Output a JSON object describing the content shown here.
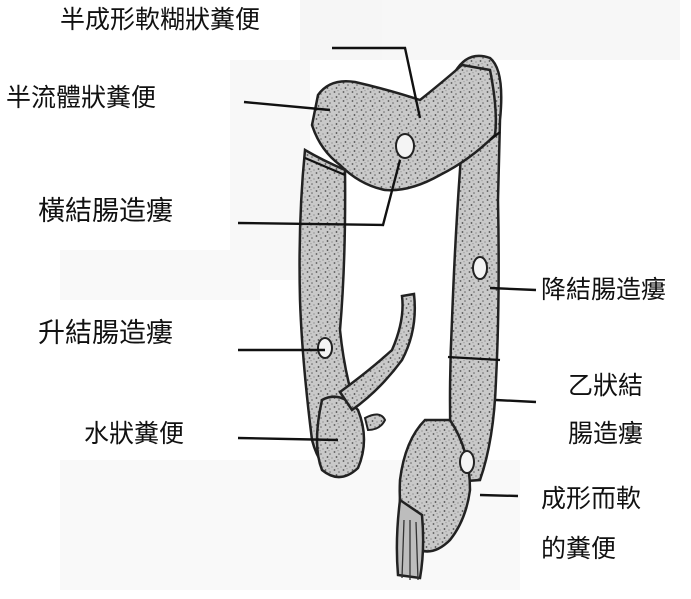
{
  "labels": {
    "semi_formed_paste_stool": "半成形軟糊狀糞便",
    "semi_liquid_stool": "半流體狀糞便",
    "transverse_colostomy": "橫結腸造瘻",
    "ascending_colostomy": "升結腸造瘻",
    "watery_stool": "水狀糞便",
    "descending_colostomy": "降結腸造瘻",
    "sigmoid_colostomy_line1": "乙狀結",
    "sigmoid_colostomy_line2": "腸造瘻",
    "formed_soft_stool_line1": "成形而軟",
    "formed_soft_stool_line2": "的糞便"
  }
}
